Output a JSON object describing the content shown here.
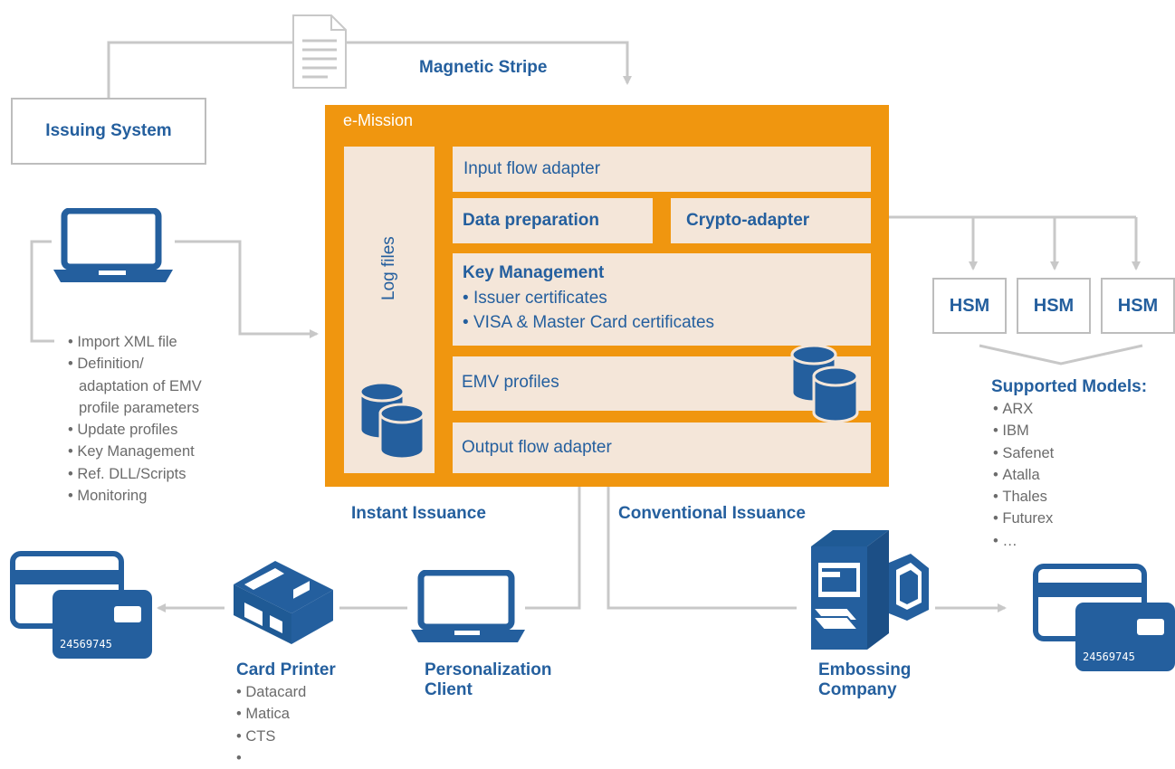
{
  "top": {
    "magnetic_stripe": "Magnetic Stripe",
    "issuing_system": "Issuing System"
  },
  "emission": {
    "title": "e-Mission",
    "log_files": "Log files",
    "input_flow": "Input flow adapter",
    "data_prep": "Data preparation",
    "crypto": "Crypto-adapter",
    "key_mgmt_title": "Key Management",
    "key_mgmt_items": [
      "Issuer certificates",
      "VISA & Master Card certificates"
    ],
    "emv_profiles": "EMV profiles",
    "output_flow": "Output flow adapter"
  },
  "client_features": [
    "Import XML file",
    "Definition/",
    "adaptation of EMV",
    "profile parameters",
    "Update profiles",
    "Key Management",
    "Ref. DLL/Scripts",
    "Monitoring"
  ],
  "hsm": {
    "labels": [
      "HSM",
      "HSM",
      "HSM"
    ],
    "supported_title": "Supported Models:",
    "models": [
      "ARX",
      "IBM",
      "Safenet",
      "Atalla",
      "Thales",
      "Futurex",
      "…"
    ]
  },
  "issuance": {
    "instant": "Instant Issuance",
    "conventional": "Conventional Issuance"
  },
  "card_printer": {
    "title": "Card Printer",
    "items": [
      "Datacard",
      "Matica",
      "CTS",
      ""
    ]
  },
  "personalization_client": {
    "line1": "Personalization",
    "line2": "Client"
  },
  "embossing": {
    "line1": "Embossing",
    "line2": "Company"
  },
  "card_number": "24569745",
  "colors": {
    "orange": "#f0960f",
    "blue": "#245f9e",
    "panel": "#f4e6d9",
    "line_gray": "#c8c8c8",
    "text_gray": "#6b6b6b"
  }
}
